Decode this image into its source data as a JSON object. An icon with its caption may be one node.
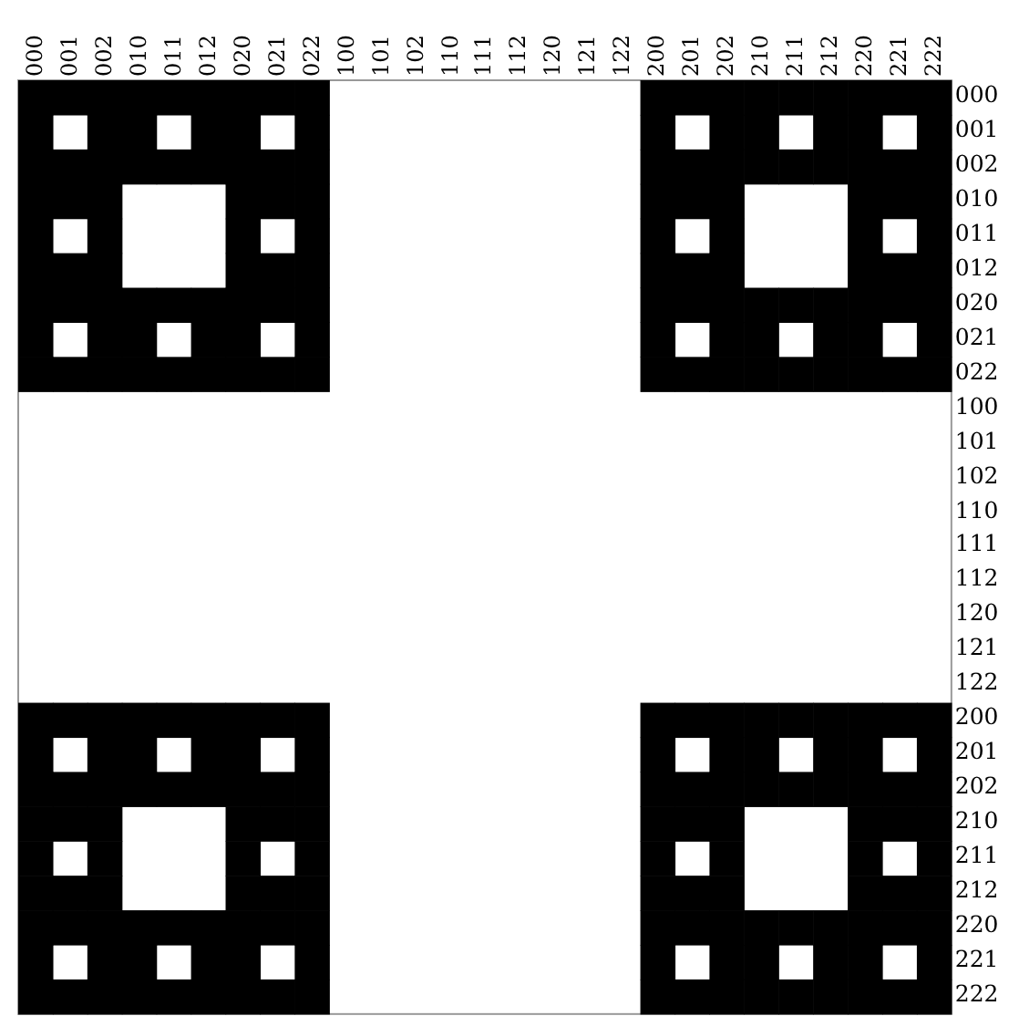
{
  "diagram": {
    "labels": [
      "000",
      "001",
      "002",
      "010",
      "011",
      "012",
      "020",
      "021",
      "022",
      "100",
      "101",
      "102",
      "110",
      "111",
      "112",
      "120",
      "121",
      "122",
      "200",
      "201",
      "202",
      "210",
      "211",
      "212",
      "220",
      "221",
      "222",
      "000",
      "001",
      "002",
      "010",
      "011",
      "012",
      "020",
      "021",
      "022",
      "100",
      "101",
      "102",
      "110",
      "111",
      "112",
      "120",
      "121",
      "122",
      "200",
      "201",
      "202",
      "210",
      "211",
      "212",
      "220",
      "221",
      "222"
    ]
  }
}
